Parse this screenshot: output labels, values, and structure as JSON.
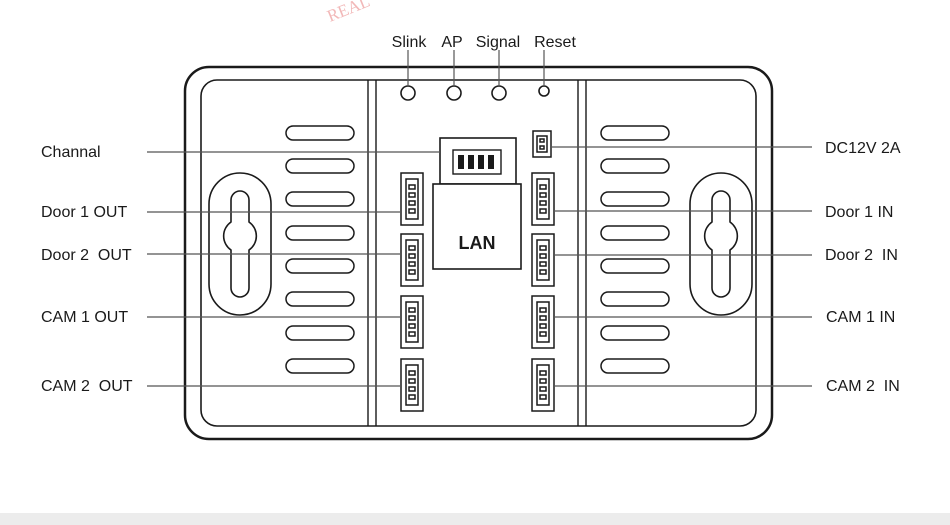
{
  "watermark": "REAL",
  "indicators": {
    "slink": "Slink",
    "ap": "AP",
    "signal": "Signal",
    "reset": "Reset"
  },
  "center_port": "LAN",
  "left_labels": {
    "channal": "Channal",
    "door1_out": "Door 1 OUT",
    "door2_out": "Door 2  OUT",
    "cam1_out": "CAM 1 OUT",
    "cam2_out": "CAM 2  OUT"
  },
  "right_labels": {
    "dc_power": "DC12V 2A",
    "door1_in": "Door 1 IN",
    "door2_in": "Door 2  IN",
    "cam1_in": "CAM 1 IN",
    "cam2_in": "CAM 2  IN"
  }
}
